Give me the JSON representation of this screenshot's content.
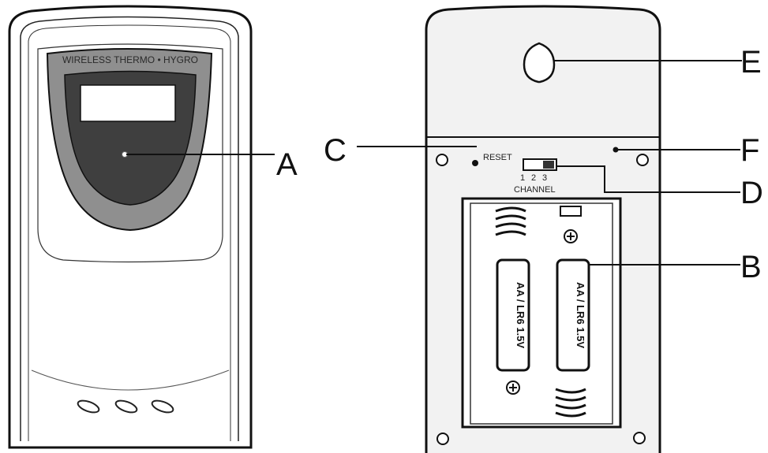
{
  "front": {
    "brand_text": "WIRELESS THERMO • HYGRO",
    "callout_a": "A"
  },
  "back": {
    "reset_label": "RESET",
    "channel_numbers": [
      "1",
      "2",
      "3"
    ],
    "channel_label": "CHANNEL",
    "battery_text": "AA / LR6 1.5V",
    "callouts": {
      "b": "B",
      "c": "C",
      "d": "D",
      "e": "E",
      "f": "F"
    }
  },
  "colors": {
    "panel_grey": "#8f8f8f",
    "screen_dark": "#3f3f3f",
    "outline": "#111111",
    "body_fill": "#ffffff",
    "back_fill": "#f2f2f2"
  }
}
